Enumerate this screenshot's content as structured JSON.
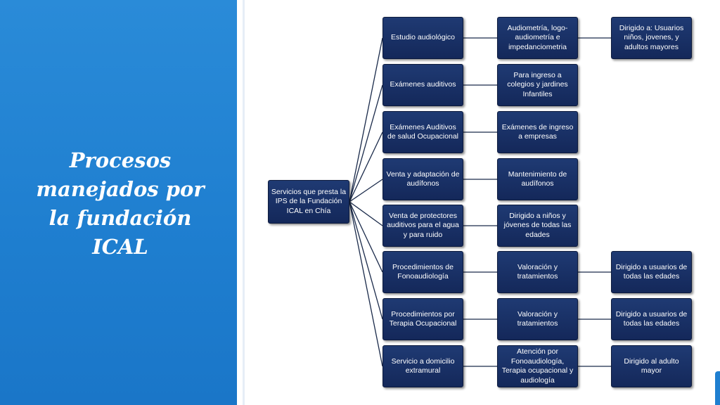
{
  "slide": {
    "title": "Procesos\nmanejados por\nla fundación\nICAL"
  },
  "diagram": {
    "root": "Servicios que presta la IPS de la Fundación ICAL en Chía",
    "rows": [
      {
        "service": "Estudio audiológico",
        "detail": "Audiometría, logo-audiometría e impedanciometria",
        "target": "Dirigido a: Usuarios niños, jovenes, y adultos mayores"
      },
      {
        "service": "Exámenes auditivos",
        "detail": "Para ingreso a colegios y jardines Infantiles",
        "target": ""
      },
      {
        "service": "Exámenes Auditivos de salud Ocupacional",
        "detail": "Exámenes de ingreso a empresas",
        "target": ""
      },
      {
        "service": "Venta y adaptación de audífonos",
        "detail": "Mantenimiento de audífonos",
        "target": ""
      },
      {
        "service": "Venta de protectores auditivos para el agua y para ruido",
        "detail": "Dirigido a niños y jóvenes de todas las edades",
        "target": ""
      },
      {
        "service": "Procedimientos de Fonoaudiología",
        "detail": "Valoración y tratamientos",
        "target": "Dirigido a usuarios de todas las edades"
      },
      {
        "service": "Procedimientos por Terapia Ocupacional",
        "detail": "Valoración y tratamientos",
        "target": "Dirigido a usuarios de todas las edades"
      },
      {
        "service": "Servicio a domicilio extramural",
        "detail": "Atención por Fonoaudiología, Terapia ocupacional y audiología",
        "target": "Dirigido al adulto mayor"
      }
    ]
  },
  "colors": {
    "panel_blue": "#1f7fd0",
    "box_fill": "#1a3268",
    "connector": "#1a2a4a"
  }
}
